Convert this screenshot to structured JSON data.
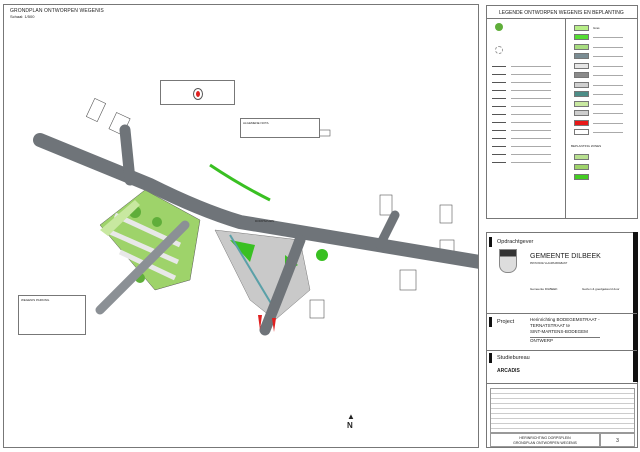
{
  "sheet": {
    "title": "GRONDPLAN ONTWORPEN WEGENIS",
    "scale": "Schaal: 1/500"
  },
  "map": {
    "street_labels": [
      "DORPSPLEIN"
    ],
    "note_title": "ALGEMENE NOTA",
    "note_box_left": "WEGENIS PARKING",
    "north": "N",
    "colors": {
      "road": "#6f7479",
      "grass": "#9ed36a",
      "bright_green": "#39c022",
      "plaza": "#c9c9c9",
      "red": "#e02020",
      "water": "#5aa0a8"
    }
  },
  "legend": {
    "title": "LEGENDE ONTWORPEN WEGENIS EN BEPLANTING",
    "first_item": "Gras",
    "swatches": [
      "#b8ee88",
      "#55dd33",
      "#a8dd80",
      "#7a8c93",
      "#e6e6e6",
      "#8a8a8a",
      "#cfcfcf",
      "#4d8e88",
      "#c8e8a0",
      "#cdcdcd",
      "#e81818",
      "#ffffff"
    ],
    "planting_title": "BEPLANTING ZONES",
    "planting_swatches": [
      "#b8e090",
      "#9ed36a",
      "#44cc22"
    ]
  },
  "titleblock": {
    "client_label": "Opdrachtgever",
    "client": "GEMEENTE DILBEEK",
    "province": "PROVINCIE VLAAMS-BRABANT",
    "municipality": "Gemeente DILBEEK",
    "approved": "Gezien & goedgekeurd door",
    "project_label": "Project",
    "project_line1": "Herinrichting BODEGEMSTRAAT -",
    "project_line2": "TERNATSTRAAT te",
    "project_line3": "SINT-MARTENS-BODEGEM",
    "phase": "ONTWERP",
    "bureau_label": "Studiebureau",
    "bureau": "ARCADIS",
    "plan_line1": "HERINRICHTING DORPSPLEIN",
    "plan_line2": "GRONDPLAN ONTWORPEN WEGENIS",
    "plan_number": "3"
  }
}
